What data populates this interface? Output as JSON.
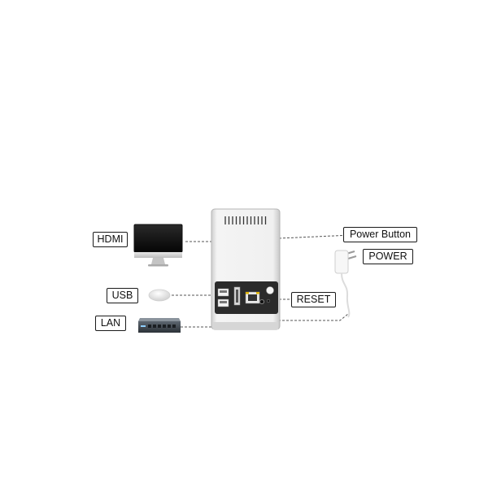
{
  "labels": {
    "hdmi": "HDMI",
    "usb": "USB",
    "lan": "LAN",
    "power_button": "Power Button",
    "power": "POWER",
    "reset": "RESET"
  },
  "colors": {
    "line": "#555555",
    "label_border": "#1a1a1a",
    "device_body": "#e6e6e6",
    "rear_panel": "#2b2b2b",
    "ethernet_led": "#e0b400"
  },
  "icons": [
    "monitor-icon",
    "mouse-icon",
    "network-switch-icon",
    "power-adapter-icon",
    "nas-device-icon"
  ]
}
